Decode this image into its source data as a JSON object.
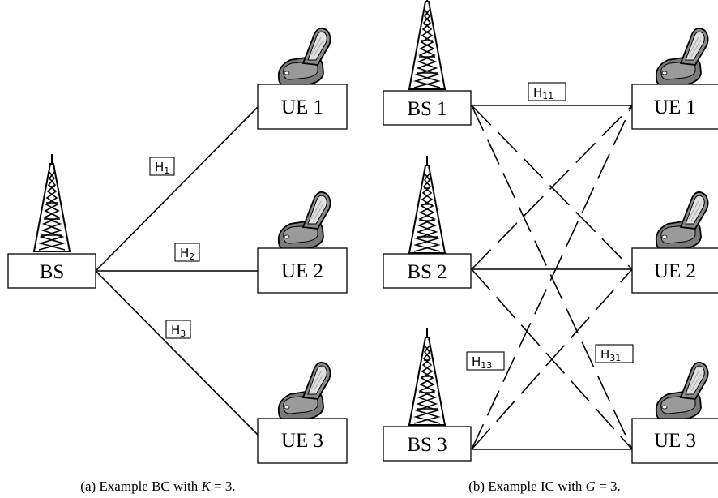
{
  "panel_a": {
    "bs_label": "BS",
    "ue_labels": [
      "UE 1",
      "UE 2",
      "UE 3"
    ],
    "channel_labels": [
      {
        "main": "H",
        "sub": "1"
      },
      {
        "main": "H",
        "sub": "2"
      },
      {
        "main": "H",
        "sub": "3"
      }
    ],
    "caption": {
      "prefix": "(a)  Example BC with ",
      "var": "K",
      "suffix": " = 3."
    }
  },
  "panel_b": {
    "bs_labels": [
      "BS 1",
      "BS 2",
      "BS 3"
    ],
    "ue_labels": [
      "UE 1",
      "UE 2",
      "UE 3"
    ],
    "channel_labels": [
      {
        "main": "H",
        "sub": "11"
      },
      {
        "main": "H",
        "sub": "13"
      },
      {
        "main": "H",
        "sub": "31"
      }
    ],
    "caption": {
      "prefix": "(b)  Example IC with ",
      "var": "G",
      "suffix": " = 3."
    }
  },
  "icons": {
    "tower": "cell-tower-icon",
    "phone": "mobile-phone-icon"
  }
}
